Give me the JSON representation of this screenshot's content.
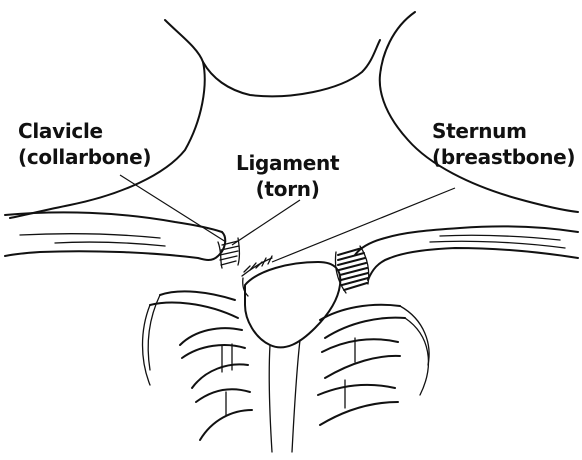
{
  "labels": {
    "clavicle": {
      "line1": "Clavicle",
      "line2": "(collarbone)"
    },
    "ligament": {
      "line1": "Ligament",
      "line2": "(torn)"
    },
    "sternum": {
      "line1": "Sternum",
      "line2": "(breastbone)"
    }
  },
  "colors": {
    "ink": "#111111",
    "background": "#ffffff"
  }
}
